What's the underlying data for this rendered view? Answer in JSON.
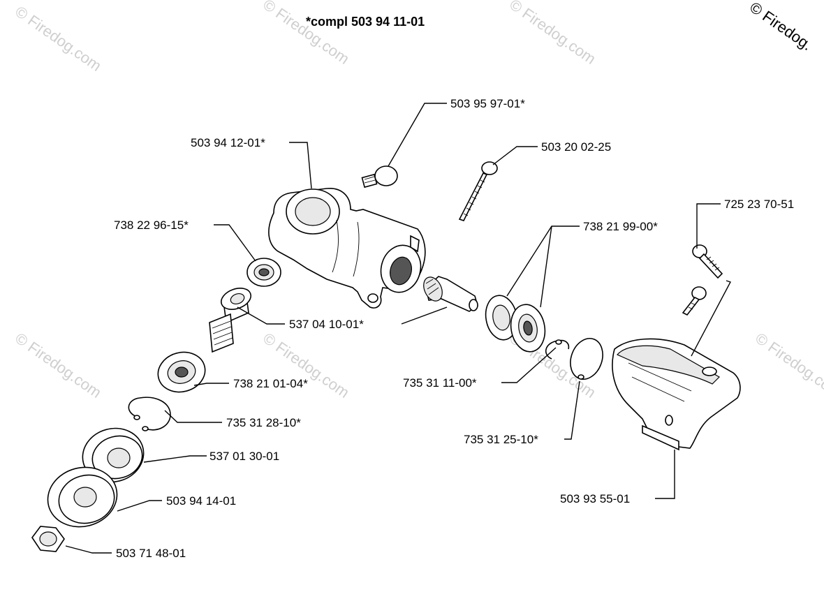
{
  "title": "*compl 503 94 11-01",
  "copyright": "© Firedog.",
  "watermark": "© Firedog.com",
  "parts": [
    {
      "id": "p1",
      "label": "503 95 97-01*"
    },
    {
      "id": "p2",
      "label": "503 94 12-01*"
    },
    {
      "id": "p3",
      "label": "503 20 02-25"
    },
    {
      "id": "p4",
      "label": "725 23 70-51"
    },
    {
      "id": "p5",
      "label": "738 22 96-15*"
    },
    {
      "id": "p6",
      "label": "738 21 99-00*"
    },
    {
      "id": "p7",
      "label": "537 04 10-01*"
    },
    {
      "id": "p8",
      "label": "738 21 01-04*"
    },
    {
      "id": "p9",
      "label": "735 31 11-00*"
    },
    {
      "id": "p10",
      "label": "735 31 28-10*"
    },
    {
      "id": "p11",
      "label": "537 01 30-01"
    },
    {
      "id": "p12",
      "label": "735 31 25-10*"
    },
    {
      "id": "p13",
      "label": "503 94 14-01"
    },
    {
      "id": "p14",
      "label": "503 93 55-01"
    },
    {
      "id": "p15",
      "label": "503 71 48-01"
    }
  ]
}
